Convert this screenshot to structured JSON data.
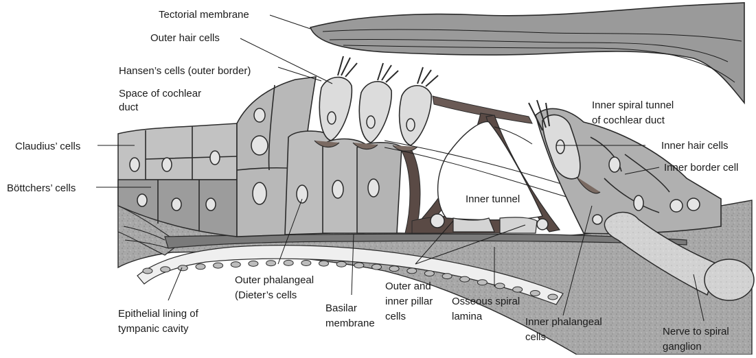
{
  "labels": {
    "tectorial_membrane": "Tectorial membrane",
    "outer_hair_cells": "Outer hair cells",
    "hansens_cells": "Hansen’s cells (outer border)",
    "space_of_cochlear_duct": [
      "Space of cochlear",
      "duct"
    ],
    "claudius_cells": "Claudius’ cells",
    "bottchers_cells": "Böttchers’ cells",
    "inner_spiral_tunnel": [
      "Inner spiral tunnel",
      "of cochlear duct"
    ],
    "inner_hair_cells": "Inner hair cells",
    "inner_border_cell": "Inner border cell",
    "inner_tunnel": "Inner tunnel",
    "outer_phalangeal": [
      "Outer phalangeal",
      "(Dieter’s cells"
    ],
    "epithelial_lining": [
      "Epithelial lining of",
      "tympanic cavity"
    ],
    "basilar_membrane": [
      "Basilar",
      "membrane"
    ],
    "pillar_cells": [
      "Outer and",
      "inner pillar",
      "cells"
    ],
    "osseous_spiral_lamina": [
      "Osseous spiral",
      "lamina"
    ],
    "inner_phalangeal": [
      "Inner phalangeal",
      "cells"
    ],
    "nerve": [
      "Nerve to spiral",
      "ganglion"
    ]
  },
  "colors": {
    "light_cell": "#d9d9d9",
    "mid_cell": "#bdbdbd",
    "dark_cell": "#9a9a9a",
    "support": "#5a4a45",
    "bone": "#a9a9a9",
    "membrane": "#8f8f8f"
  }
}
